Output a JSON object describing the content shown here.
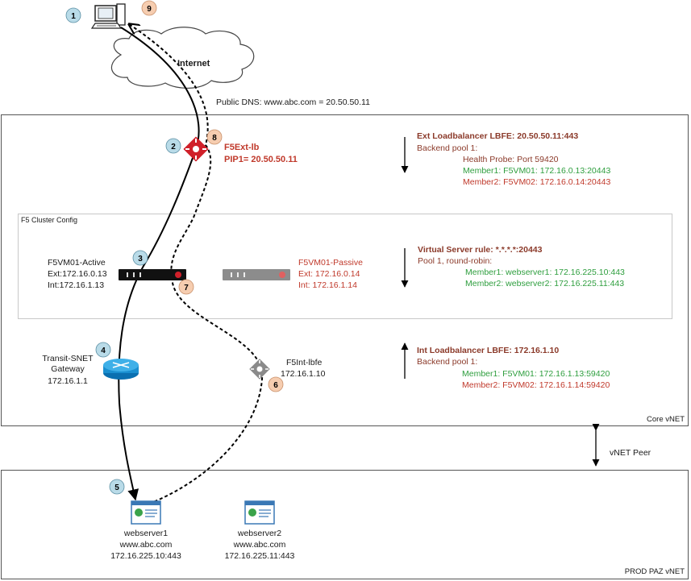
{
  "internet_label": "Internet",
  "public_dns": "Public DNS:  www.abc.com = 20.50.50.11",
  "core_vnet": {
    "label": "Core vNET"
  },
  "prod_vnet": {
    "label": "PROD PAZ vNET"
  },
  "vnet_peer": "vNET Peer",
  "cluster": {
    "label": "F5 Cluster Config"
  },
  "steps": [
    "1",
    "2",
    "3",
    "4",
    "5",
    "6",
    "7",
    "8",
    "9"
  ],
  "f5ext": {
    "name": "F5Ext-lb",
    "pip": "PIP1= 20.50.50.11"
  },
  "f5int": {
    "name": "F5Int-lbfe",
    "ip": "172.16.1.10"
  },
  "active": {
    "name": "F5VM01-Active",
    "ext": "Ext:172.16.0.13",
    "int": "Int:172.16.1.13"
  },
  "passive": {
    "name": "F5VM01-Passive",
    "ext": "Ext: 172.16.0.14",
    "int": "Int: 172.16.1.14"
  },
  "gateway": {
    "line1": "Transit-SNET",
    "line2": "Gateway",
    "ip": "172.16.1.1"
  },
  "ext_lb": {
    "title": "Ext Loadbalancer LBFE:  20.50.50.11:443",
    "pool": "Backend pool 1:",
    "probe": "Health Probe:  Port 59420",
    "m1": "Member1:  F5VM01:  172.16.0.13:20443",
    "m2": "Member2:  F5VM02:  172.16.0.14:20443"
  },
  "vs": {
    "title": "Virtual Server  rule:  *.*.*.*:20443",
    "pool": "Pool 1, round-robin:",
    "m1": "Member1:  webserver1:  172.16.225.10:443",
    "m2": "Member2:  webserver2:  172.16.225.11:443"
  },
  "int_lb": {
    "title": "Int Loadbalancer LBFE:  172.16.1.10",
    "pool": "Backend pool 1:",
    "m1": "Member1:  F5VM01:  172.16.1.13:59420",
    "m2": "Member2:  F5VM02:  172.16.1.14:59420"
  },
  "web1": {
    "name": "webserver1",
    "host": "www.abc.com",
    "ip": "172.16.225.10:443"
  },
  "web2": {
    "name": "webserver2",
    "host": "www.abc.com",
    "ip": "172.16.225.11:443"
  },
  "colors": {
    "blue_badge": "#b9dbe8",
    "orange_badge": "#f6cdb0",
    "red": "#c0392b",
    "green": "#2e9e3e",
    "brown": "#8b3a2a"
  }
}
